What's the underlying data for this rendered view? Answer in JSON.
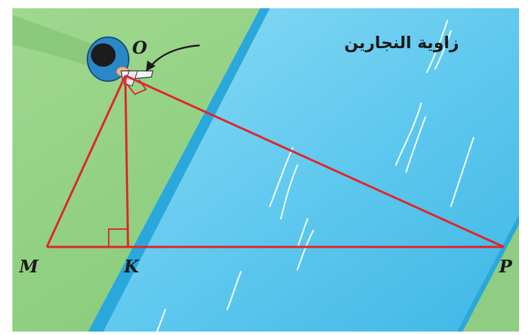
{
  "figure": {
    "callout_label": "زاوية النجارين",
    "points": {
      "O": "O",
      "M": "M",
      "K": "K",
      "P": "P"
    },
    "colors": {
      "bank_green": "#8fcd82",
      "bank_green_dark": "#6dbb64",
      "river_blue": "#5ec8ee",
      "river_blue_light": "#8fdcf6",
      "river_edge": "#2aa8dc",
      "triangle_red": "#e0262b",
      "frame": "#ffffff"
    },
    "icons": [
      "person-topview-icon",
      "carpenter-square-icon",
      "callout-arrow-icon"
    ]
  }
}
